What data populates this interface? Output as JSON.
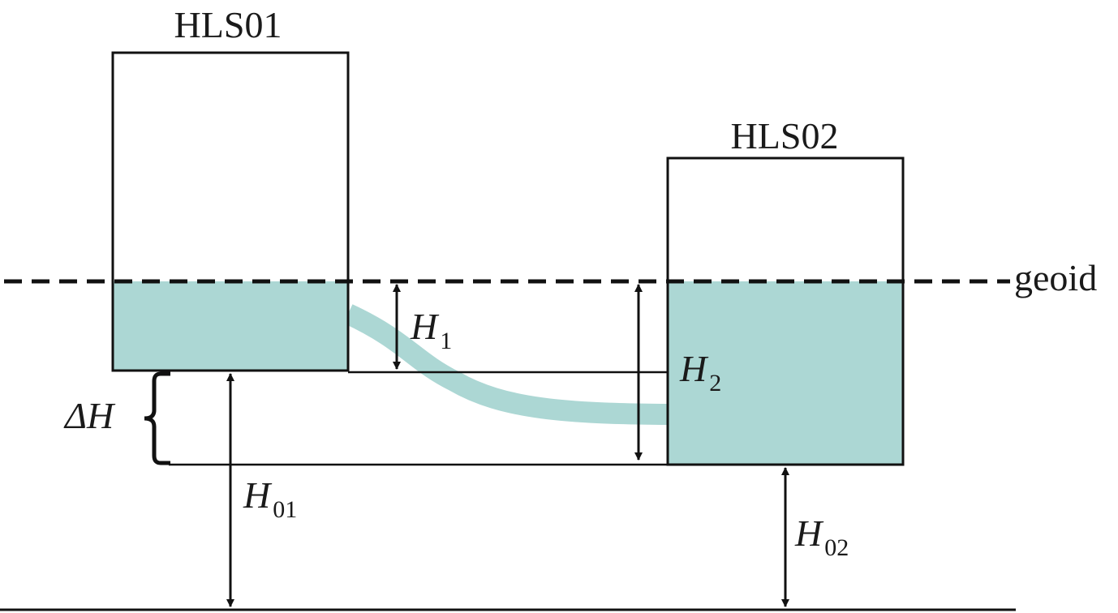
{
  "sensors": {
    "left": {
      "name": "HLS01"
    },
    "right": {
      "name": "HLS02"
    }
  },
  "reference": {
    "geoid_label": "geoid"
  },
  "quantities": {
    "h1": {
      "symbol": "H",
      "sub": "1"
    },
    "h2": {
      "symbol": "H",
      "sub": "2"
    },
    "h01": {
      "symbol": "H",
      "sub": "01"
    },
    "h02": {
      "symbol": "H",
      "sub": "02"
    },
    "delta_h": {
      "symbol": "ΔH"
    }
  },
  "colors": {
    "liquid": "#acd7d4",
    "line": "#111111"
  }
}
